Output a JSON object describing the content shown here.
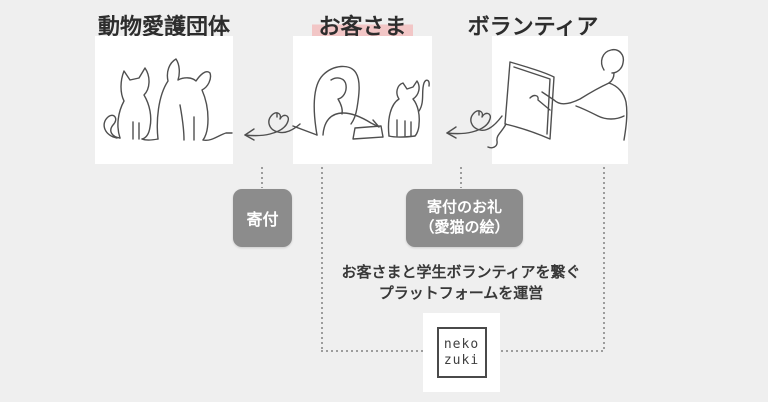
{
  "palette": {
    "background": "#efefef",
    "panel": "#ffffff",
    "highlight_pink": "#f2c6c6",
    "label_box_gray": "#8c8c8c",
    "label_text": "#ffffff",
    "title_ink": "#2d2d2d",
    "line_art": "#4f4f4f",
    "dotted_line": "#9c9c9c"
  },
  "entities": [
    {
      "title": "動物愛護団体",
      "illustration": "cat-and-dog",
      "highlighted": false
    },
    {
      "title": "お客さま",
      "illustration": "woman-petting-cat",
      "highlighted": true
    },
    {
      "title": "ボランティア",
      "illustration": "artist-drawing-on-canvas",
      "highlighted": false
    }
  ],
  "flow_labels": {
    "donation": "寄付",
    "thanks_line1": "寄付のお礼",
    "thanks_line2": "（愛猫の絵）"
  },
  "platform_note": {
    "line1": "お客さまと学生ボランティアを繋ぐ",
    "line2": "プラットフォームを運営"
  },
  "logo": {
    "line1": "neko",
    "line2": "zuki"
  }
}
